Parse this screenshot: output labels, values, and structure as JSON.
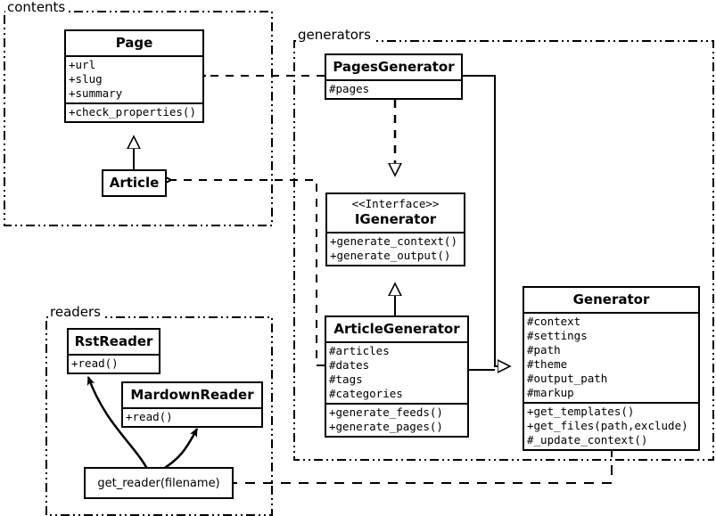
{
  "diagram": {
    "type": "uml-class-diagram",
    "packages": [
      {
        "id": "contents",
        "label": "contents"
      },
      {
        "id": "generators",
        "label": "generators"
      },
      {
        "id": "readers",
        "label": "readers"
      }
    ]
  },
  "classes": {
    "page": {
      "name": "Page",
      "attributes": [
        "+url",
        "+slug",
        "+summary"
      ],
      "methods": [
        "+check_properties()"
      ]
    },
    "article": {
      "name": "Article",
      "attributes": [],
      "methods": []
    },
    "pages_generator": {
      "name": "PagesGenerator",
      "attributes": [
        "#pages"
      ],
      "methods": []
    },
    "igenerator": {
      "stereotype": "<<Interface>>",
      "name": "IGenerator",
      "attributes": [],
      "methods": [
        "+generate_context()",
        "+generate_output()"
      ]
    },
    "article_generator": {
      "name": "ArticleGenerator",
      "attributes": [
        "#articles",
        "#dates",
        "#tags",
        "#categories"
      ],
      "methods": [
        "+generate_feeds()",
        "+generate_pages()"
      ]
    },
    "generator": {
      "name": "Generator",
      "attributes": [
        "#context",
        "#settings",
        "#path",
        "#theme",
        "#output_path",
        "#markup"
      ],
      "methods": [
        "+get_templates()",
        "+get_files(path,exclude)",
        "#_update_context()"
      ]
    },
    "rst_reader": {
      "name": "RstReader",
      "attributes": [],
      "methods": [
        "+read()"
      ]
    },
    "mardown_reader": {
      "name": "MardownReader",
      "attributes": [],
      "methods": [
        "+read()"
      ]
    },
    "get_reader": {
      "name": "get_reader(filename)"
    }
  },
  "relations": [
    {
      "from": "article",
      "to": "page",
      "kind": "generalization"
    },
    {
      "from": "article_generator",
      "to": "igenerator",
      "kind": "realization-solid"
    },
    {
      "from": "pages_generator",
      "to": "igenerator",
      "kind": "realization"
    },
    {
      "from": "pages_generator",
      "to": "generator",
      "kind": "generalization"
    },
    {
      "from": "article_generator",
      "to": "generator",
      "kind": "generalization"
    },
    {
      "from": "pages_generator",
      "to": "page",
      "kind": "dependency"
    },
    {
      "from": "article_generator",
      "to": "article",
      "kind": "dependency"
    },
    {
      "from": "generator",
      "to": "get_reader",
      "kind": "dependency"
    },
    {
      "from": "get_reader",
      "to": "rst_reader",
      "kind": "creates"
    },
    {
      "from": "get_reader",
      "to": "mardown_reader",
      "kind": "creates"
    }
  ],
  "colors": {
    "stroke": "#000000",
    "background": "#ffffff"
  }
}
